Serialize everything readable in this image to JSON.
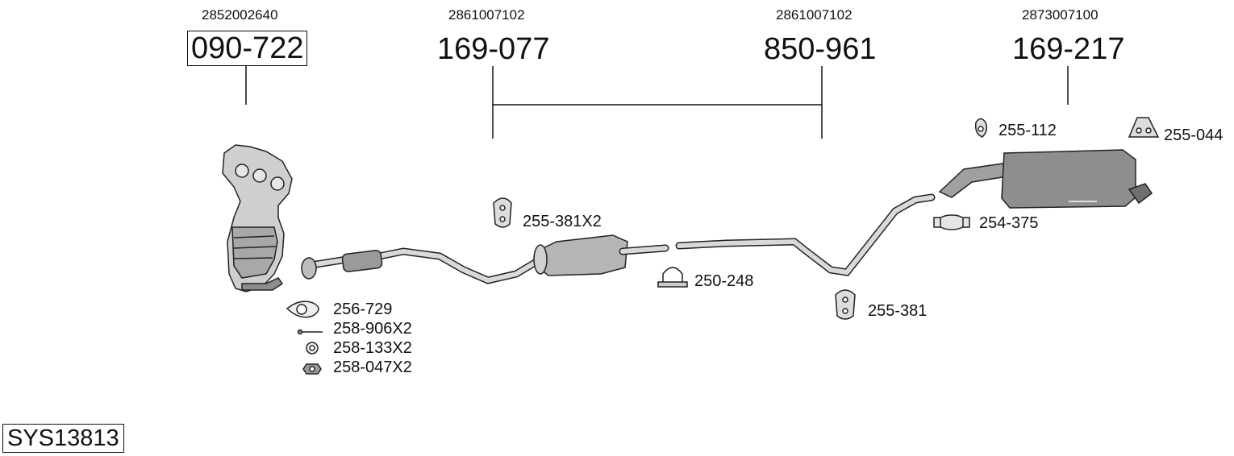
{
  "oem_numbers": [
    "2852002640",
    "2861007102",
    "2861007102",
    "2873007100"
  ],
  "main_parts": [
    "090-722",
    "169-077",
    "850-961",
    "169-217"
  ],
  "accessories": {
    "a_255_112": "255-112",
    "a_255_044": "255-044",
    "a_255_381x2": "255-381X2",
    "a_254_375": "254-375",
    "a_250_248": "250-248",
    "a_255_381": "255-381",
    "a_256_729": "256-729",
    "a_258_906x2": "258-906X2",
    "a_258_133x2": "258-133X2",
    "a_258_047x2": "258-047X2"
  },
  "system_code": "SYS13813"
}
